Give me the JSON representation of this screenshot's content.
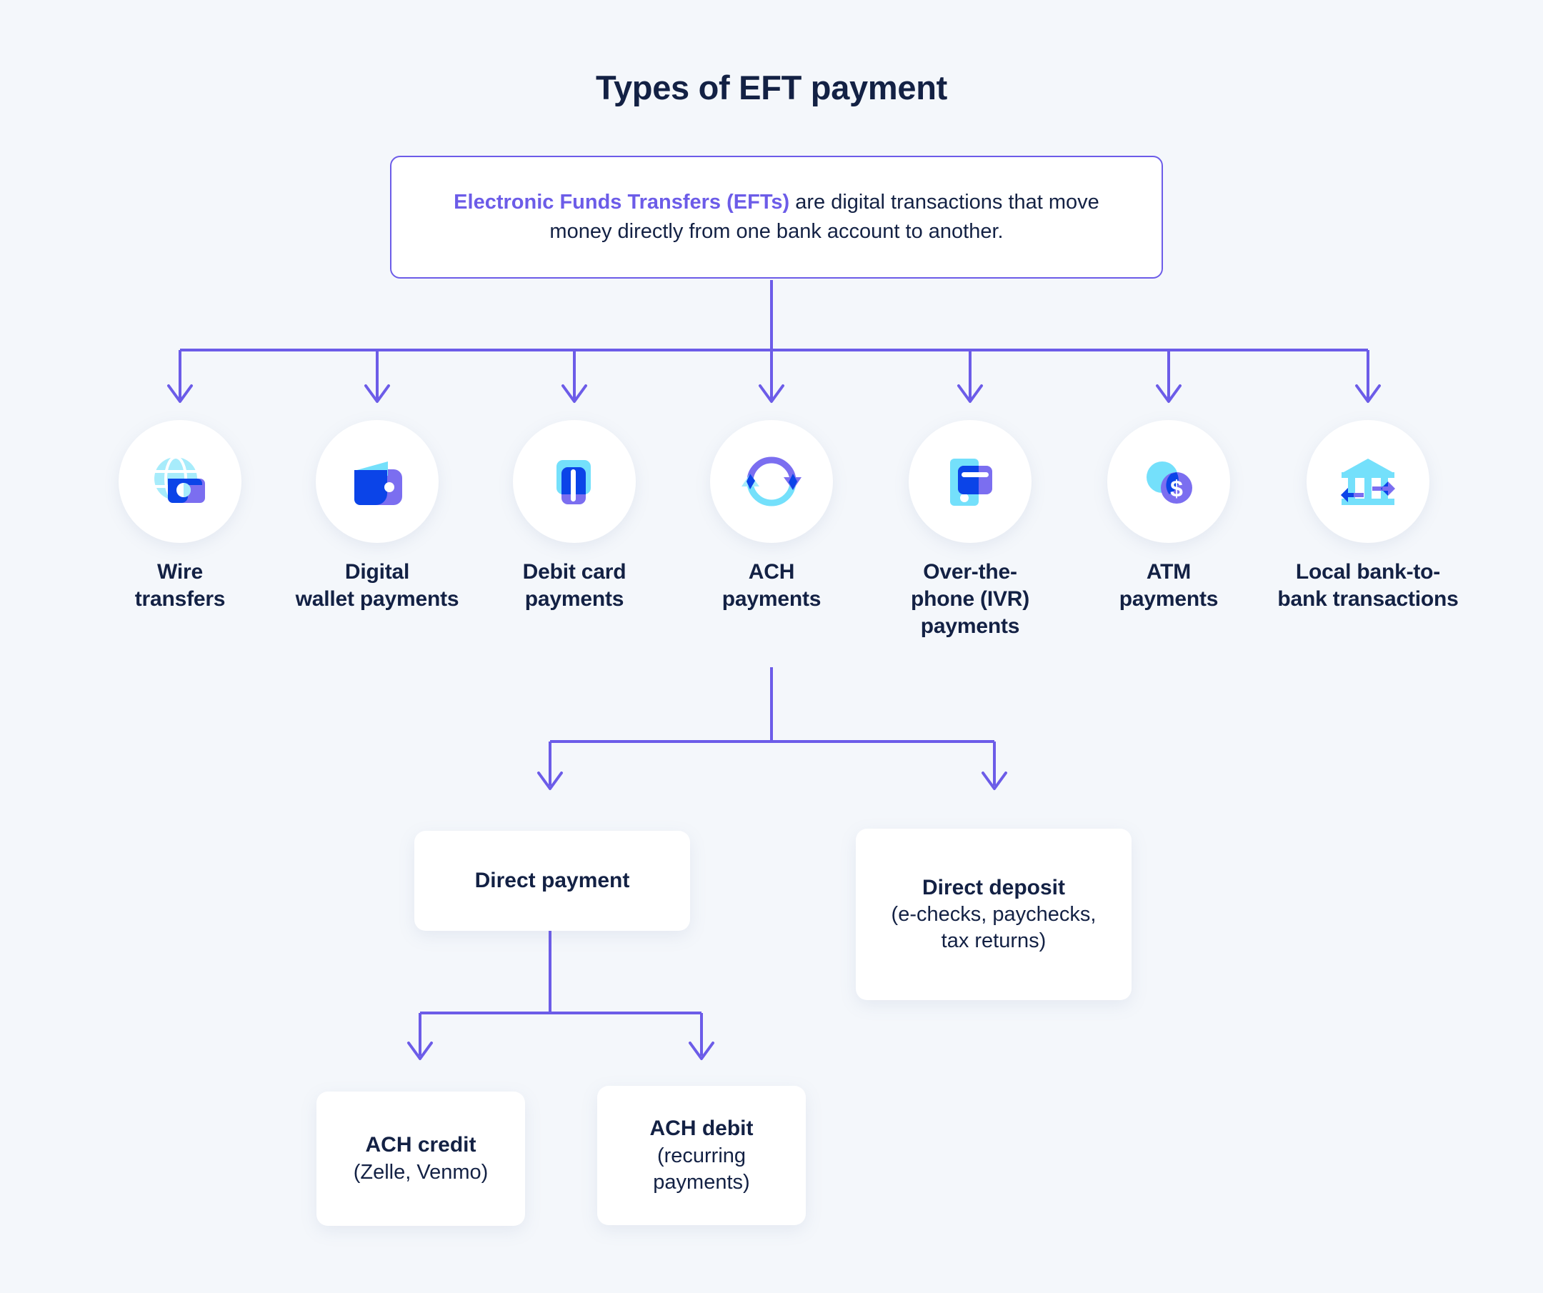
{
  "page": {
    "title": "Types of EFT payment",
    "background_color": "#f4f7fb",
    "accent_color": "#6c5ce8",
    "text_color": "#132144"
  },
  "definition": {
    "highlight": "Electronic Funds Transfers (EFTs)",
    "rest": " are digital transactions that move money directly from one bank account to another."
  },
  "categories": [
    {
      "label_line1": "Wire",
      "label_line2": "transfers",
      "label_line3": "",
      "icon": "globe-card-icon"
    },
    {
      "label_line1": "Digital",
      "label_line2": "wallet payments",
      "label_line3": "",
      "icon": "wallet-icon"
    },
    {
      "label_line1": "Debit card",
      "label_line2": "payments",
      "label_line3": "",
      "icon": "debit-card-icon"
    },
    {
      "label_line1": "ACH",
      "label_line2": "payments",
      "label_line3": "",
      "icon": "refresh-cycle-icon"
    },
    {
      "label_line1": "Over-the-",
      "label_line2": "phone (IVR)",
      "label_line3": "payments",
      "icon": "phone-card-icon"
    },
    {
      "label_line1": "ATM",
      "label_line2": "payments",
      "label_line3": "",
      "icon": "coins-dollar-icon"
    },
    {
      "label_line1": "Local bank-to-",
      "label_line2": "bank transactions",
      "label_line3": "",
      "icon": "bank-exchange-icon"
    }
  ],
  "ach_children": {
    "direct_payment": {
      "title": "Direct payment",
      "subtitle": ""
    },
    "direct_deposit": {
      "title": "Direct deposit",
      "subtitle_line1": "(e-checks, paychecks,",
      "subtitle_line2": "tax returns)"
    },
    "ach_credit": {
      "title": "ACH credit",
      "subtitle_line1": "(Zelle, Venmo)",
      "subtitle_line2": ""
    },
    "ach_debit": {
      "title": "ACH debit",
      "subtitle_line1": "(recurring",
      "subtitle_line2": "payments)"
    }
  },
  "icon_colors": {
    "cyan": "#74e0fb",
    "cyan_light": "#a7ecfb",
    "blue": "#0b44e8",
    "purple": "#7b6ef0",
    "white": "#ffffff"
  }
}
